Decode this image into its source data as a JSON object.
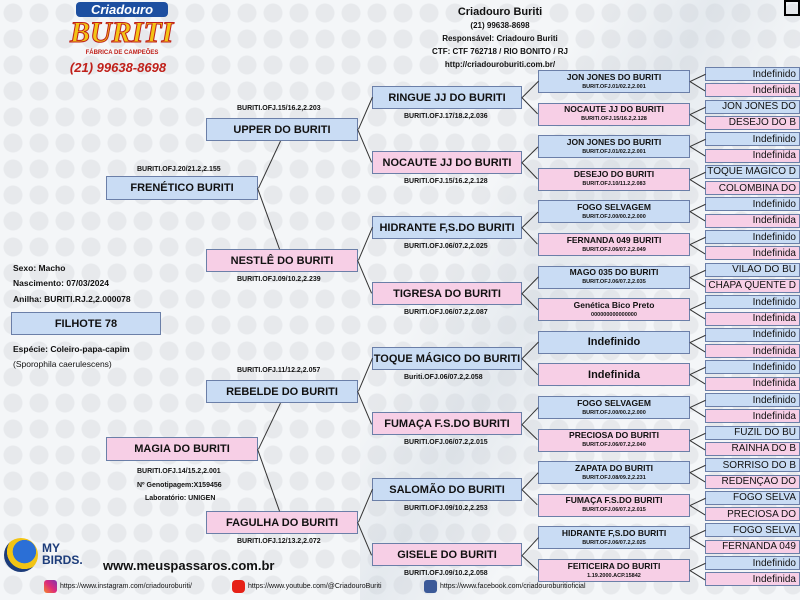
{
  "header": {
    "title": "Criadouro Buriti",
    "phone": "(21) 99638-8698",
    "responsavel": "Responsável: Criadouro Buriti",
    "ctf": "CTF: CTF 762718 / RIO BONITO / RJ",
    "url": "http://criadouroburiti.com.br/"
  },
  "logo": {
    "line1": "Criadouro",
    "line2": "BURITI",
    "line3": "FÁBRICA DE CAMPEÕES",
    "line4": "(21) 99638-8698"
  },
  "bird": {
    "sexo": "Sexo: Macho",
    "nascimento": "Nascimento: 07/03/2024",
    "anilha": "Anilha: BURITI.RJ.2,2.000078",
    "name": "FILHOTE 78",
    "especie": "Espécie: Coleiro-papa-capim",
    "cientifico": "(Sporophila caerulescens)"
  },
  "gen1": {
    "father": {
      "name": "FRENÉTICO BURITI",
      "ring": "BURITI.OFJ.20/21.2,2.155"
    },
    "mother": {
      "name": "MAGIA DO BURITI",
      "ring": "BURITI.OFJ.14/15.2,2.001",
      "genotipagem": "Nº Genotipagem:X159456",
      "laboratorio": "Laboratório: UNIGEN"
    }
  },
  "gen2": [
    {
      "name": "UPPER DO BURITI",
      "ring": "BURITI.OFJ.15/16.2,2.203"
    },
    {
      "name": "NESTLÊ DO BURITI",
      "ring": "BURITI.OFJ.09/10.2,2.239"
    },
    {
      "name": "REBELDE DO BURITI",
      "ring": "BURITI.OFJ.11/12.2,2.057"
    },
    {
      "name": "FAGULHA DO BURITI",
      "ring": "BURITI.OFJ.12/13.2,2.072"
    }
  ],
  "gen3": [
    {
      "name": "RINGUE JJ DO BURITI",
      "ring": "BURITI.OFJ.17/18.2,2.036"
    },
    {
      "name": "NOCAUTE JJ DO BURITI",
      "ring": "BURITI.OFJ.15/16.2,2.128"
    },
    {
      "name": "HIDRANTE F,S.DO BURITI",
      "ring": "BURITI.OFJ.06/07.2,2.025"
    },
    {
      "name": "TIGRESA DO BURITI",
      "ring": "BURITI.OFJ.06/07.2,2.087"
    },
    {
      "name": "TOQUE MÁGICO DO BURITI",
      "ring": "Buriti.OFJ.06/07.2,2.058"
    },
    {
      "name": "FUMAÇA F.S.DO BURITI",
      "ring": "BURITI.OFJ.06/07.2,2.015"
    },
    {
      "name": "SALOMÃO DO BURITI",
      "ring": "BURITI.OFJ.09/10.2,2.253"
    },
    {
      "name": "GISELE DO BURITI",
      "ring": "BURITI.OFJ.09/10.2,2.058"
    }
  ],
  "gen4": [
    {
      "name": "JON JONES DO BURITI",
      "ring": "BURIT.OFJ.01/02.2,2.001"
    },
    {
      "name": "NOCAUTE JJ DO BURITI",
      "ring": "BURITI.OFJ.15/16.2,2.128"
    },
    {
      "name": "JON JONES DO BURITI",
      "ring": "BURIT.OFJ.01/02.2,2.001"
    },
    {
      "name": "DESEJO DO BURITI",
      "ring": "BURIT.OFJ.10/11.2,2.083"
    },
    {
      "name": "FOGO SELVAGEM",
      "ring": "BURIT.OFJ.00/00.2,2.000"
    },
    {
      "name": "FERNANDA 049 BURITI",
      "ring": "BURIT.OFJ.06/07.2,2.049"
    },
    {
      "name": "MAGO 035 DO BURITI",
      "ring": "BURIT.OFJ.06/07.2,2.035"
    },
    {
      "name": "Genética Bico Preto",
      "ring": "000000000000000"
    },
    {
      "name": "Indefinido",
      "ring": ""
    },
    {
      "name": "Indefinida",
      "ring": ""
    },
    {
      "name": "FOGO SELVAGEM",
      "ring": "BURIT.OFJ.00/00.2,2.000"
    },
    {
      "name": "PRECIOSA DO BURITI",
      "ring": "BURIT.OFJ.06/07.2,2.040"
    },
    {
      "name": "ZAPATA DO BURITI",
      "ring": "BURIT.OFJ.08/09.2,2.231"
    },
    {
      "name": "FUMAÇA F.S.DO BURITI",
      "ring": "BURIT.OFJ.06/07.2,2.015"
    },
    {
      "name": "HIDRANTE F,S.DO BURITI",
      "ring": "BURIT.OFJ.06/07.2,2.025"
    },
    {
      "name": "FEITICEIRA DO BURITI",
      "ring": "1.19.2000.ACP.15842"
    }
  ],
  "gen5": [
    "Indefinido",
    "Indefinida",
    "JON JONES DO",
    "DESEJO DO B",
    "Indefinido",
    "Indefinida",
    "TOQUE MÁGICO D",
    "COLOMBINA DO",
    "Indefinido",
    "Indefinida",
    "Indefinido",
    "Indefinida",
    "VILÃO DO BU",
    "CHAPA QUENTE D",
    "Indefinido",
    "Indefinida",
    "Indefinido",
    "Indefinida",
    "Indefinido",
    "Indefinida",
    "Indefinido",
    "Indefinida",
    "FUZIL DO BU",
    "RAINHA DO B",
    "SORRISO DO B",
    "REDENÇÃO DO",
    "FOGO SELVA",
    "PRECIOSA DO",
    "FOGO SELVA",
    "FERNANDA 049",
    "Indefinido",
    "Indefinida"
  ],
  "footer": {
    "site": "www.meuspassaros.com.br",
    "mybirds1": "MY",
    "mybirds2": "BIRDS.",
    "instagram": "https://www.instagram.com/criadouroburiti/",
    "youtube": "https://www.youtube.com/@CriadouroBuriti",
    "facebook": "https://www.facebook.com/criadouroburitioficial"
  },
  "colors": {
    "male": "#c9dcf4",
    "female": "#f7cfe6",
    "border": "#6b7fa8"
  }
}
